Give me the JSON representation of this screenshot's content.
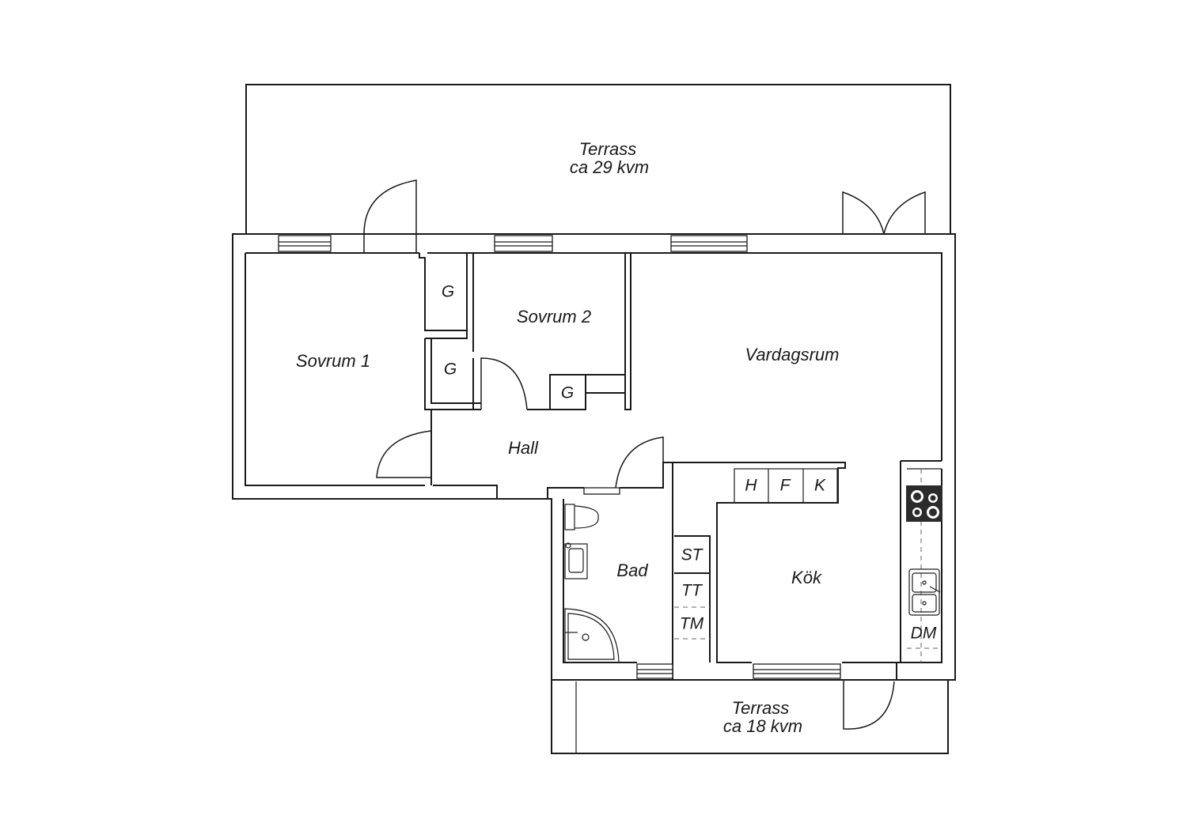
{
  "rooms": {
    "terrace_north": {
      "name": "Terrass",
      "area": "ca 29 kvm"
    },
    "bedroom1": "Sovrum 1",
    "bedroom2": "Sovrum 2",
    "living": "Vardagsrum",
    "hall": "Hall",
    "bath": "Bad",
    "kitchen": "Kök",
    "terrace_south": {
      "name": "Terrass",
      "area": "ca 18 kvm"
    }
  },
  "fixtures": {
    "wardrobe": "G",
    "cabinet_h": "H",
    "cabinet_f": "F",
    "cabinet_k": "K",
    "dryer": "ST",
    "tumble_dryer": "TT",
    "washing_machine": "TM",
    "dishwasher": "DM"
  }
}
